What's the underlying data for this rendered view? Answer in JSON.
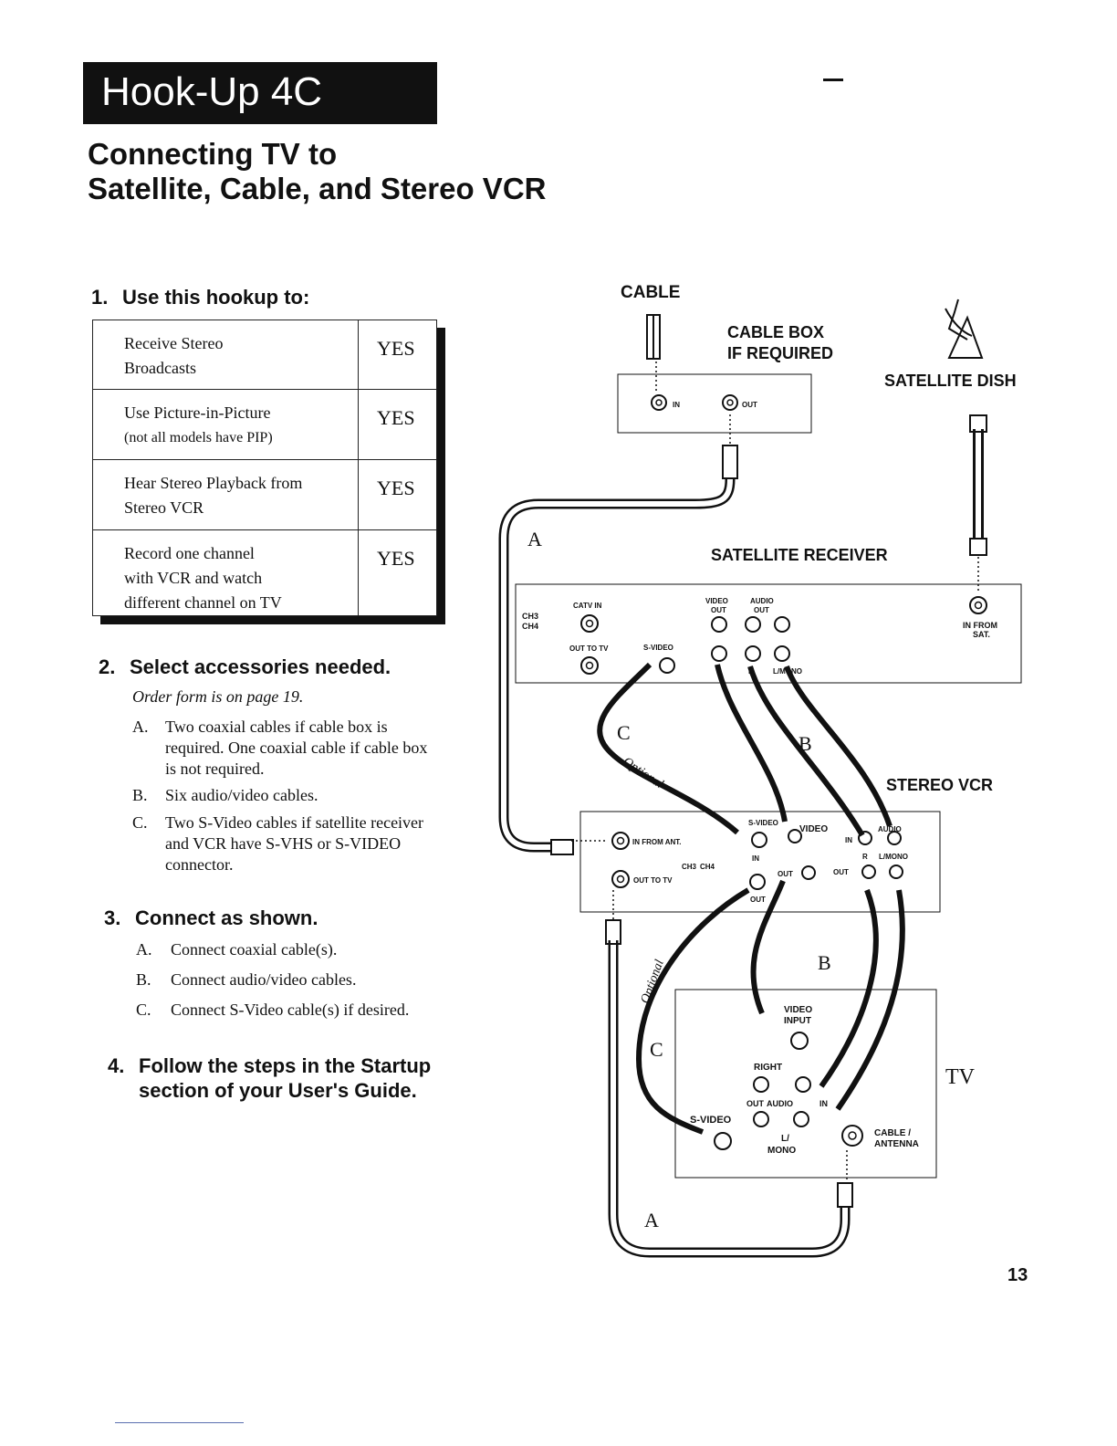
{
  "header": {
    "banner": "Hook-Up 4C",
    "title_line1": "Connecting TV to",
    "title_line2": "Satellite, Cable, and Stereo VCR"
  },
  "section1": {
    "num": "1.",
    "heading": "Use this hookup to:",
    "rows": [
      {
        "line1": "Receive Stereo",
        "line2": "Broadcasts",
        "line3": "",
        "answer": "YES"
      },
      {
        "line1": "Use Picture-in-Picture",
        "line2": "(not all models have PIP)",
        "line3": "",
        "answer": "YES"
      },
      {
        "line1": "Hear Stereo Playback from",
        "line2": "Stereo VCR",
        "line3": "",
        "answer": "YES"
      },
      {
        "line1": "Record one channel",
        "line2": "with VCR and watch",
        "line3": "different channel on TV",
        "answer": "YES"
      }
    ]
  },
  "section2": {
    "num": "2.",
    "heading": "Select accessories needed.",
    "note": "Order form is on page 19.",
    "items": [
      {
        "letter": "A.",
        "text": "Two coaxial cables if cable box is required. One coaxial cable if cable box is not required."
      },
      {
        "letter": "B.",
        "text": "Six audio/video cables."
      },
      {
        "letter": "C.",
        "text": "Two S-Video cables if satellite receiver and VCR have S-VHS or S-VIDEO connector."
      }
    ]
  },
  "section3": {
    "num": "3.",
    "heading": "Connect as shown.",
    "items": [
      {
        "letter": "A.",
        "text": "Connect coaxial cable(s)."
      },
      {
        "letter": "B.",
        "text": "Connect audio/video cables."
      },
      {
        "letter": "C.",
        "text": "Connect S-Video cable(s) if desired."
      }
    ]
  },
  "section4": {
    "num": "4.",
    "line1": "Follow the steps in the Startup",
    "line2": "section of your User's Guide."
  },
  "diagram": {
    "cable": "CABLE",
    "cable_box_1": "CABLE BOX",
    "cable_box_2": "IF REQUIRED",
    "cb_in": "IN",
    "cb_out": "OUT",
    "sat_dish": "SATELLITE DISH",
    "sat_receiver": "SATELLITE RECEIVER",
    "sr_catv_in": "CATV IN",
    "sr_ch3": "CH3",
    "sr_ch4": "CH4",
    "sr_out_to_tv": "OUT TO TV",
    "sr_svideo": "S-VIDEO",
    "sr_video_out": "VIDEO",
    "sr_video_out2": "OUT",
    "sr_audio_out": "AUDIO",
    "sr_audio_out2": "OUT",
    "sr_r": "R",
    "sr_lmono": "L/MONO",
    "sr_in_from_sat": "IN FROM",
    "sr_sat": "SAT.",
    "stereo_vcr": "STEREO VCR",
    "vcr_in_from_ant": "IN FROM ANT.",
    "vcr_out_to_tv": "OUT TO TV",
    "vcr_ch3": "CH3",
    "vcr_ch4": "CH4",
    "vcr_svideo": "S-VIDEO",
    "vcr_in": "IN",
    "vcr_out": "OUT",
    "vcr_video": "VIDEO",
    "vcr_audio": "AUDIO",
    "vcr_r": "R",
    "vcr_lmono": "L/MONO",
    "tv": "TV",
    "tv_video": "VIDEO",
    "tv_input": "INPUT",
    "tv_right": "RIGHT",
    "tv_out": "OUT",
    "tv_audio": "AUDIO",
    "tv_in": "IN",
    "tv_svideo": "S-VIDEO",
    "tv_l": "L/",
    "tv_mono": "MONO",
    "tv_cable": "CABLE /",
    "tv_antenna": "ANTENNA",
    "label_a": "A",
    "label_b": "B",
    "label_c": "C",
    "optional": "Optional"
  },
  "page_number": "13"
}
